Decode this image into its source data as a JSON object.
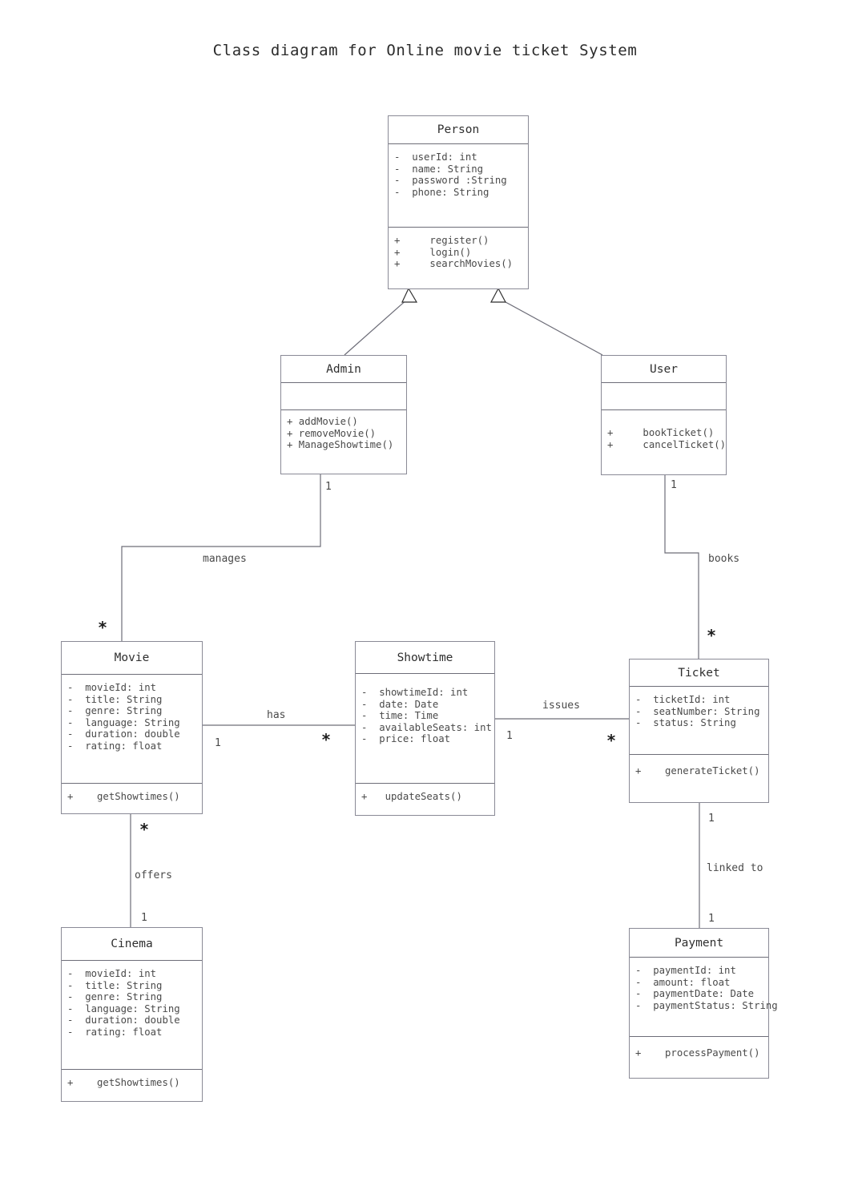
{
  "title": "Class diagram for Online movie ticket System",
  "classes": {
    "person": {
      "name": "Person",
      "attributes": [
        "-  userId: int",
        "-  name: String",
        "-  password :String",
        "-  phone: String"
      ],
      "operations": [
        "+     register()",
        "+     login()",
        "+     searchMovies()"
      ]
    },
    "admin": {
      "name": "Admin",
      "attributes": [],
      "operations": [
        "+ addMovie()",
        "+ removeMovie()",
        "+ ManageShowtime()"
      ]
    },
    "user": {
      "name": "User",
      "attributes": [],
      "operations": [
        "+     bookTicket()",
        "+     cancelTicket()"
      ]
    },
    "movie": {
      "name": "Movie",
      "attributes": [
        "-  movieId: int",
        "-  title: String",
        "-  genre: String",
        "-  language: String",
        "-  duration: double",
        "-  rating: float"
      ],
      "operations": [
        "+    getShowtimes()"
      ]
    },
    "showtime": {
      "name": "Showtime",
      "attributes": [
        "-  showtimeId: int",
        "-  date: Date",
        "-  time: Time",
        "-  availableSeats: int",
        "-  price: float"
      ],
      "operations": [
        "+   updateSeats()"
      ]
    },
    "ticket": {
      "name": "Ticket",
      "attributes": [
        "-  ticketId: int",
        "-  seatNumber: String",
        "-  status: String"
      ],
      "operations": [
        "+    generateTicket()"
      ]
    },
    "cinema": {
      "name": "Cinema",
      "attributes": [
        "-  movieId: int",
        "-  title: String",
        "-  genre: String",
        "-  language: String",
        "-  duration: double",
        "-  rating: float"
      ],
      "operations": [
        "+    getShowtimes()"
      ]
    },
    "payment": {
      "name": "Payment",
      "attributes": [
        "-  paymentId: int",
        "-  amount: float",
        "-  paymentDate: Date",
        "-  paymentStatus: String"
      ],
      "operations": [
        "+    processPayment()"
      ]
    }
  },
  "relationships": {
    "manages": {
      "label": "manages",
      "source_mult": "1",
      "target_mult": "*"
    },
    "books": {
      "label": "books",
      "source_mult": "1",
      "target_mult": "*"
    },
    "has": {
      "label": "has",
      "source_mult": "1",
      "target_mult": "*"
    },
    "issues": {
      "label": "issues",
      "source_mult": "1",
      "target_mult": "*"
    },
    "offers": {
      "label": "offers",
      "source_mult": "*",
      "target_mult": "1"
    },
    "linked_to": {
      "label": "linked to",
      "source_mult": "1",
      "target_mult": "1"
    },
    "admin_inherits_person": {
      "label": ""
    },
    "user_inherits_person": {
      "label": ""
    }
  },
  "colors": {
    "line": "#8a8a96",
    "divider": "#6d6d78",
    "text": "#4a4a4a",
    "background": "#ffffff"
  }
}
